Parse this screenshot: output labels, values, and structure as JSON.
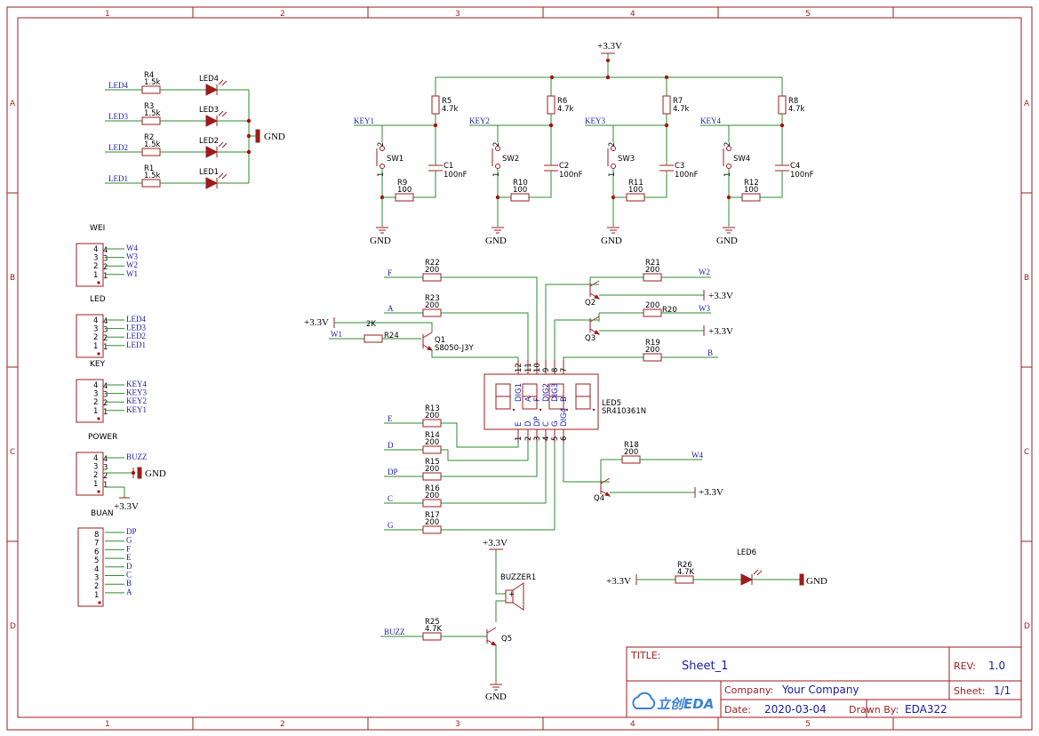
{
  "frame": {
    "columns": [
      "1",
      "2",
      "3",
      "4",
      "5"
    ],
    "rows": [
      "A",
      "B",
      "C",
      "D"
    ]
  },
  "power": {
    "vcc": "+3.3V",
    "gnd": "GND"
  },
  "led_bank": {
    "rows": [
      {
        "net": "LED4",
        "ref": "R4",
        "value": "1.5k",
        "led": "LED4"
      },
      {
        "net": "LED3",
        "ref": "R3",
        "value": "1.5k",
        "led": "LED3"
      },
      {
        "net": "LED2",
        "ref": "R2",
        "value": "1.5k",
        "led": "LED2"
      },
      {
        "net": "LED1",
        "ref": "R1",
        "value": "1.5k",
        "led": "LED1"
      }
    ]
  },
  "keys": [
    {
      "net": "KEY1",
      "pull_ref": "R5",
      "pull_val": "4.7k",
      "sw": "SW1",
      "ser_ref": "R9",
      "ser_val": "100",
      "cap_ref": "C1",
      "cap_val": "100nF"
    },
    {
      "net": "KEY2",
      "pull_ref": "R6",
      "pull_val": "4.7k",
      "sw": "SW2",
      "ser_ref": "R10",
      "ser_val": "100",
      "cap_ref": "C2",
      "cap_val": "100nF"
    },
    {
      "net": "KEY3",
      "pull_ref": "R7",
      "pull_val": "4.7k",
      "sw": "SW3",
      "ser_ref": "R11",
      "ser_val": "100",
      "cap_ref": "C3",
      "cap_val": "100nF"
    },
    {
      "net": "KEY4",
      "pull_ref": "R8",
      "pull_val": "4.7k",
      "sw": "SW4",
      "ser_ref": "R12",
      "ser_val": "100",
      "cap_ref": "C4",
      "cap_val": "100nF"
    }
  ],
  "headers": [
    {
      "name": "WEI",
      "pins": [
        "W4",
        "W3",
        "W2",
        "W1"
      ]
    },
    {
      "name": "LED",
      "pins": [
        "LED4",
        "LED3",
        "LED2",
        "LED1"
      ]
    },
    {
      "name": "KEY",
      "pins": [
        "KEY4",
        "KEY3",
        "KEY2",
        "KEY1"
      ]
    },
    {
      "name": "POWER",
      "pins": [
        "BUZZ",
        "",
        "",
        ""
      ]
    }
  ],
  "buan": {
    "name": "BUAN",
    "pins": [
      "DP",
      "G",
      "F",
      "E",
      "D",
      "C",
      "B",
      "A"
    ],
    "numbers": [
      "8",
      "7",
      "6",
      "5",
      "4",
      "3",
      "2",
      "1"
    ]
  },
  "display": {
    "ref": "LED5",
    "part": "SR410361N",
    "top_pins": [
      {
        "num": "12",
        "name": "DIG1"
      },
      {
        "num": "11",
        "name": "A"
      },
      {
        "num": "10",
        "name": "F"
      },
      {
        "num": "9",
        "name": "DIG2"
      },
      {
        "num": "8",
        "name": "DIG3"
      },
      {
        "num": "7",
        "name": "B"
      }
    ],
    "bottom_pins": [
      {
        "num": "1",
        "name": "E"
      },
      {
        "num": "2",
        "name": "D"
      },
      {
        "num": "3",
        "name": "DP"
      },
      {
        "num": "4",
        "name": "C"
      },
      {
        "num": "5",
        "name": "G"
      },
      {
        "num": "6",
        "name": "DIG4"
      }
    ]
  },
  "segment_resistors": [
    {
      "net": "F",
      "ref": "R22",
      "value": "200"
    },
    {
      "net": "A",
      "ref": "R23",
      "value": "200"
    },
    {
      "net": "E",
      "ref": "R13",
      "value": "200"
    },
    {
      "net": "D",
      "ref": "R14",
      "value": "200"
    },
    {
      "net": "DP",
      "ref": "R15",
      "value": "200"
    },
    {
      "net": "C",
      "ref": "R16",
      "value": "200"
    },
    {
      "net": "G",
      "ref": "R17",
      "value": "200"
    }
  ],
  "right_side": {
    "r21": {
      "ref": "R21",
      "value": "200",
      "net": "W2",
      "q": "Q2"
    },
    "r20": {
      "ref": "R20",
      "value": "200",
      "net": "W3",
      "q": "Q3"
    },
    "r19": {
      "ref": "R19",
      "value": "200",
      "net": "B"
    },
    "r18": {
      "ref": "R18",
      "value": "200",
      "net": "W4",
      "q": "Q4"
    }
  },
  "q1": {
    "ref": "Q1",
    "part": "S8050-J3Y",
    "rref": "R24",
    "rval": "2K",
    "net": "W1"
  },
  "buzzer": {
    "ref": "BUZZER1",
    "rref": "R25",
    "rval": "4.7K",
    "net": "BUZZ",
    "q": "Q5"
  },
  "power_led": {
    "rref": "R26",
    "rval": "4.7K",
    "led": "LED6"
  },
  "title_block": {
    "title_label": "TITLE:",
    "title": "Sheet_1",
    "rev_label": "REV:",
    "rev": "1.0",
    "company_label": "Company:",
    "company": "Your Company",
    "sheet_label": "Sheet:",
    "sheet": "1/1",
    "date_label": "Date:",
    "date": "2020-03-04",
    "drawn_label": "Drawn By:",
    "drawn": "EDA322",
    "logo": "立创EDA"
  }
}
